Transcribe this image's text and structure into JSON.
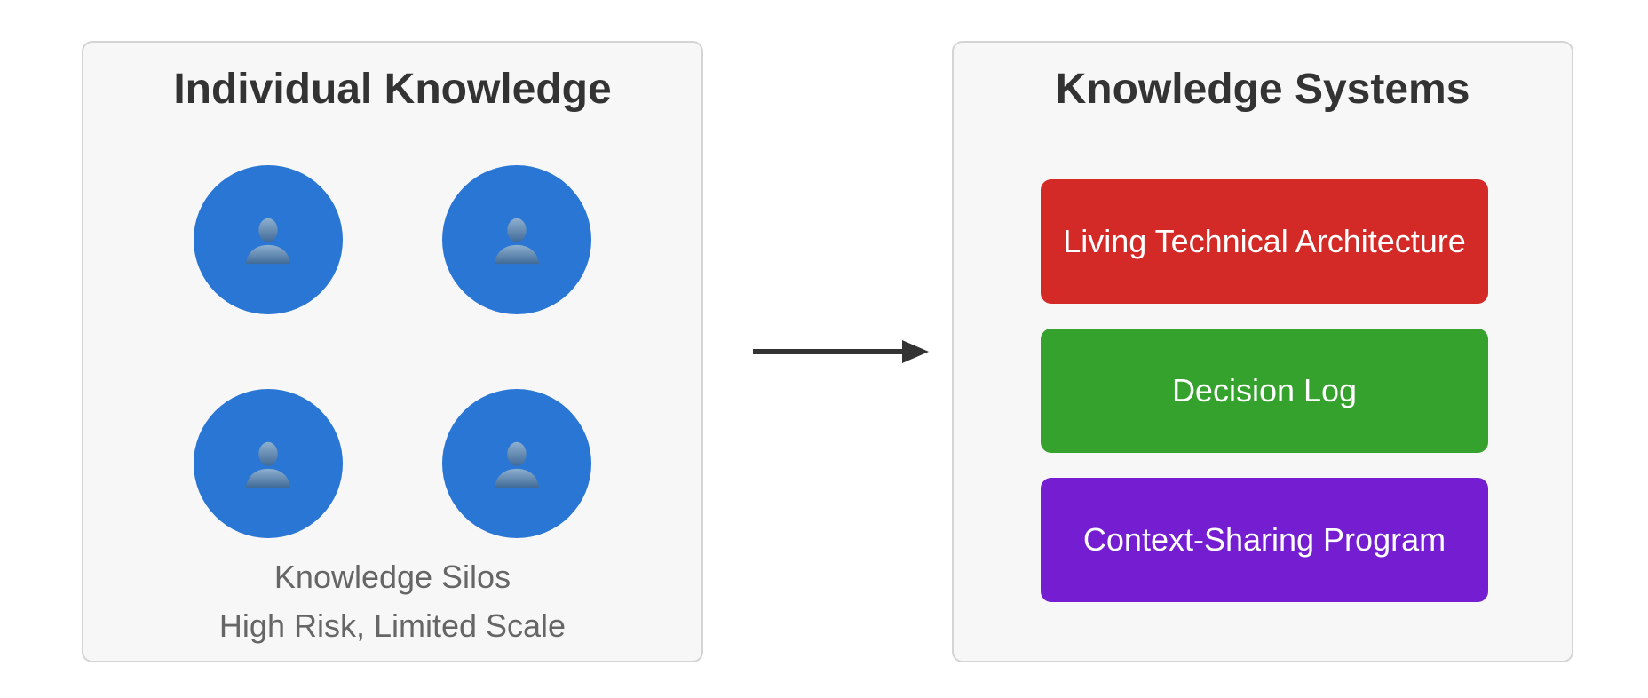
{
  "colors": {
    "person_circle": "#2a76d4",
    "arrow": "#333333",
    "system_1": "#d32a27",
    "system_2": "#35a22e",
    "system_3": "#751ed1"
  },
  "left_panel": {
    "title": "Individual Knowledge",
    "people_icon": "user-silhouette-icon",
    "caption_line_1": "Knowledge Silos",
    "caption_line_2": "High Risk, Limited Scale"
  },
  "right_panel": {
    "title": "Knowledge Systems",
    "systems": [
      {
        "label": "Living Technical Architecture"
      },
      {
        "label": "Decision Log"
      },
      {
        "label": "Context-Sharing Program"
      }
    ]
  }
}
